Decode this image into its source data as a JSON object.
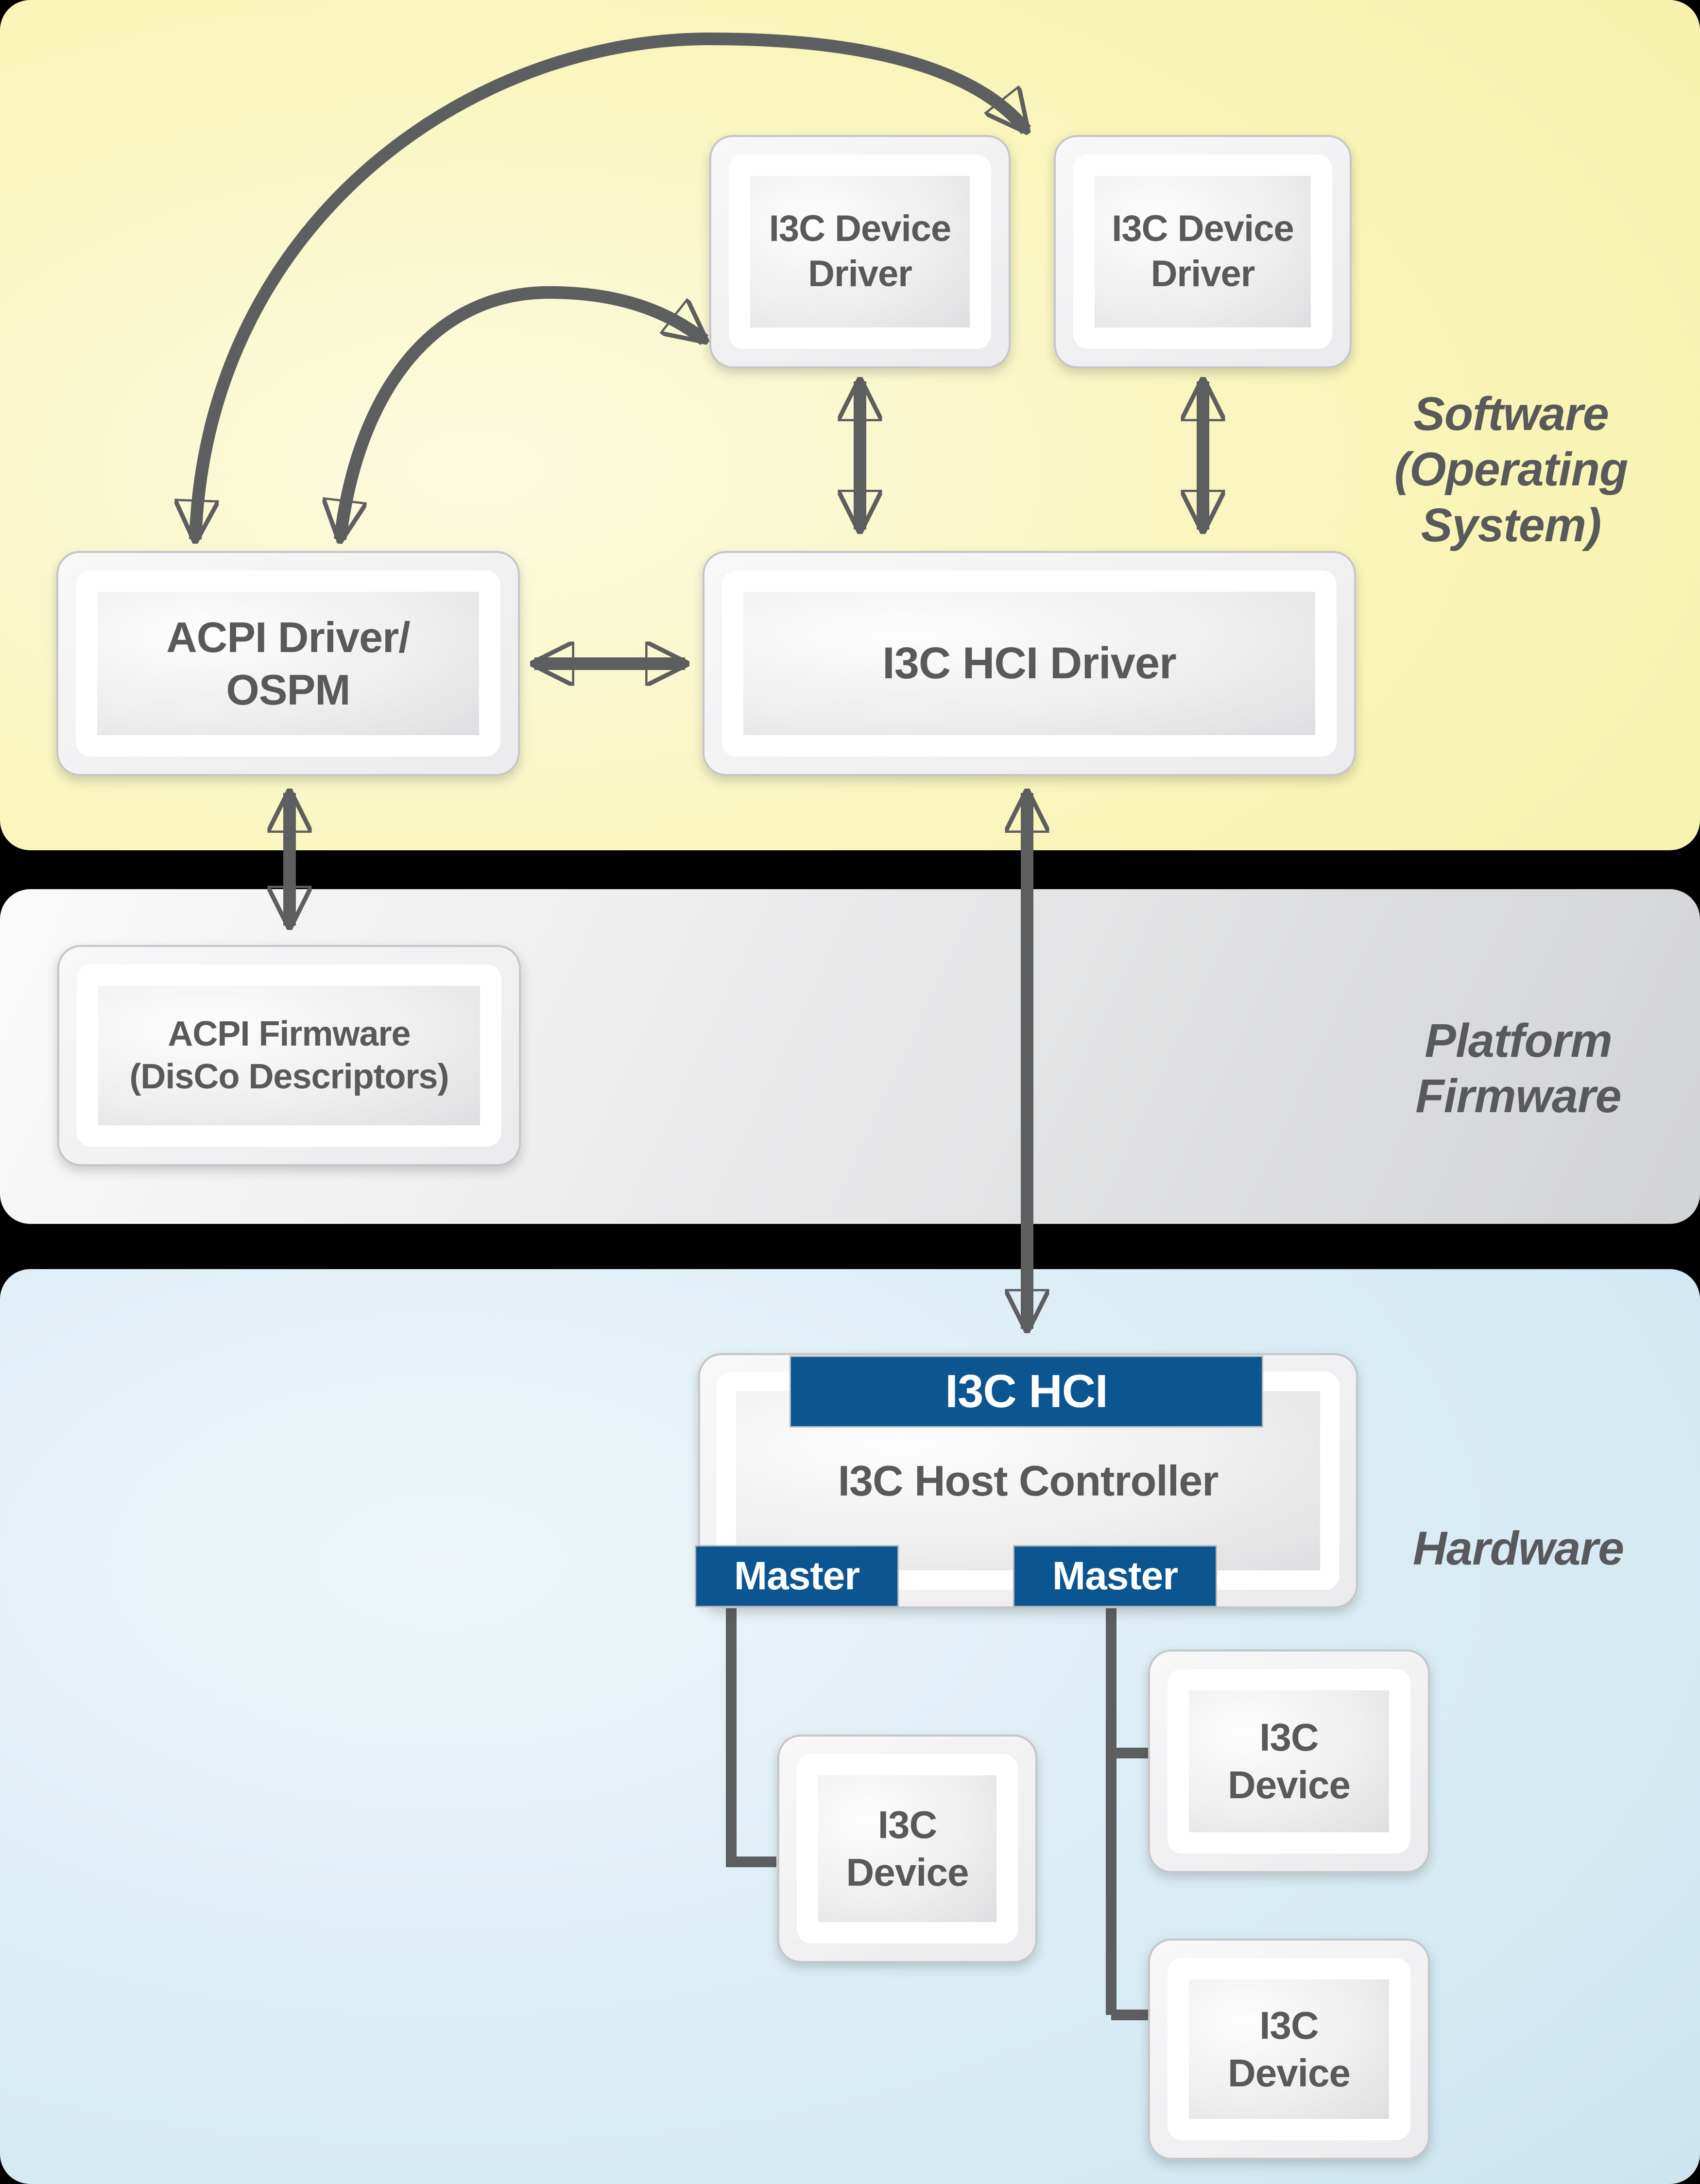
{
  "bands": {
    "software": {
      "label": "Software\n(Operating\nSystem)",
      "device_driver_1": "I3C Device\nDriver",
      "device_driver_2": "I3C Device\nDriver",
      "acpi_driver": "ACPI Driver/\nOSPM",
      "hci_driver": "I3C HCI Driver"
    },
    "platform_firmware": {
      "label": "Platform\nFirmware",
      "acpi_firmware": "ACPI Firmware\n(DisCo Descriptors)"
    },
    "hardware": {
      "label": "Hardware",
      "hci_badge": "I3C HCI",
      "host_controller": "I3C Host Controller",
      "master_1": "Master",
      "master_2": "Master",
      "device_1": "I3C\nDevice",
      "device_2": "I3C\nDevice",
      "device_3": "I3C\nDevice"
    }
  },
  "colors": {
    "page_bg": "#000000",
    "accent_blue": "#0b5591",
    "arrow_gray": "#5d5e60",
    "text_gray": "#58595b",
    "band_software_bg": "#f8f5b8",
    "band_firmware_bg": "#e4e5e6",
    "band_hardware_bg": "#d7ebf4"
  }
}
